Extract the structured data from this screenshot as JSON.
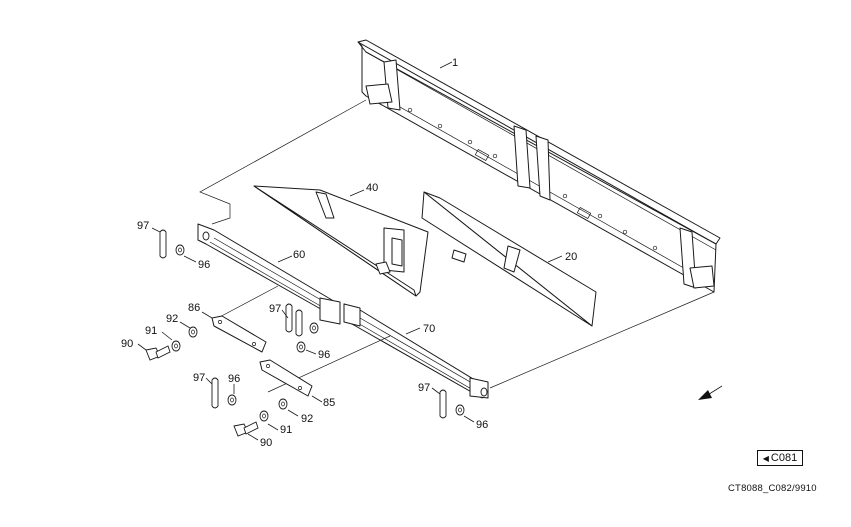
{
  "callouts": {
    "c1": "1",
    "c40": "40",
    "c20": "20",
    "c60": "60",
    "c70": "70",
    "c97a": "97",
    "c96a": "96",
    "c86": "86",
    "c92a": "92",
    "c91a": "91",
    "c90a": "90",
    "c97b": "97",
    "c96b": "96",
    "c97c": "97",
    "c96c": "96",
    "c85": "85",
    "c92b": "92",
    "c91b": "91",
    "c90b": "90",
    "c97d": "97",
    "c96d": "96"
  },
  "nav": {
    "label": "C081",
    "icon": "left-triangle-icon"
  },
  "drawing_id": "CT8088_C082/9910",
  "icons": {
    "direction": "direction-arrow-icon"
  }
}
